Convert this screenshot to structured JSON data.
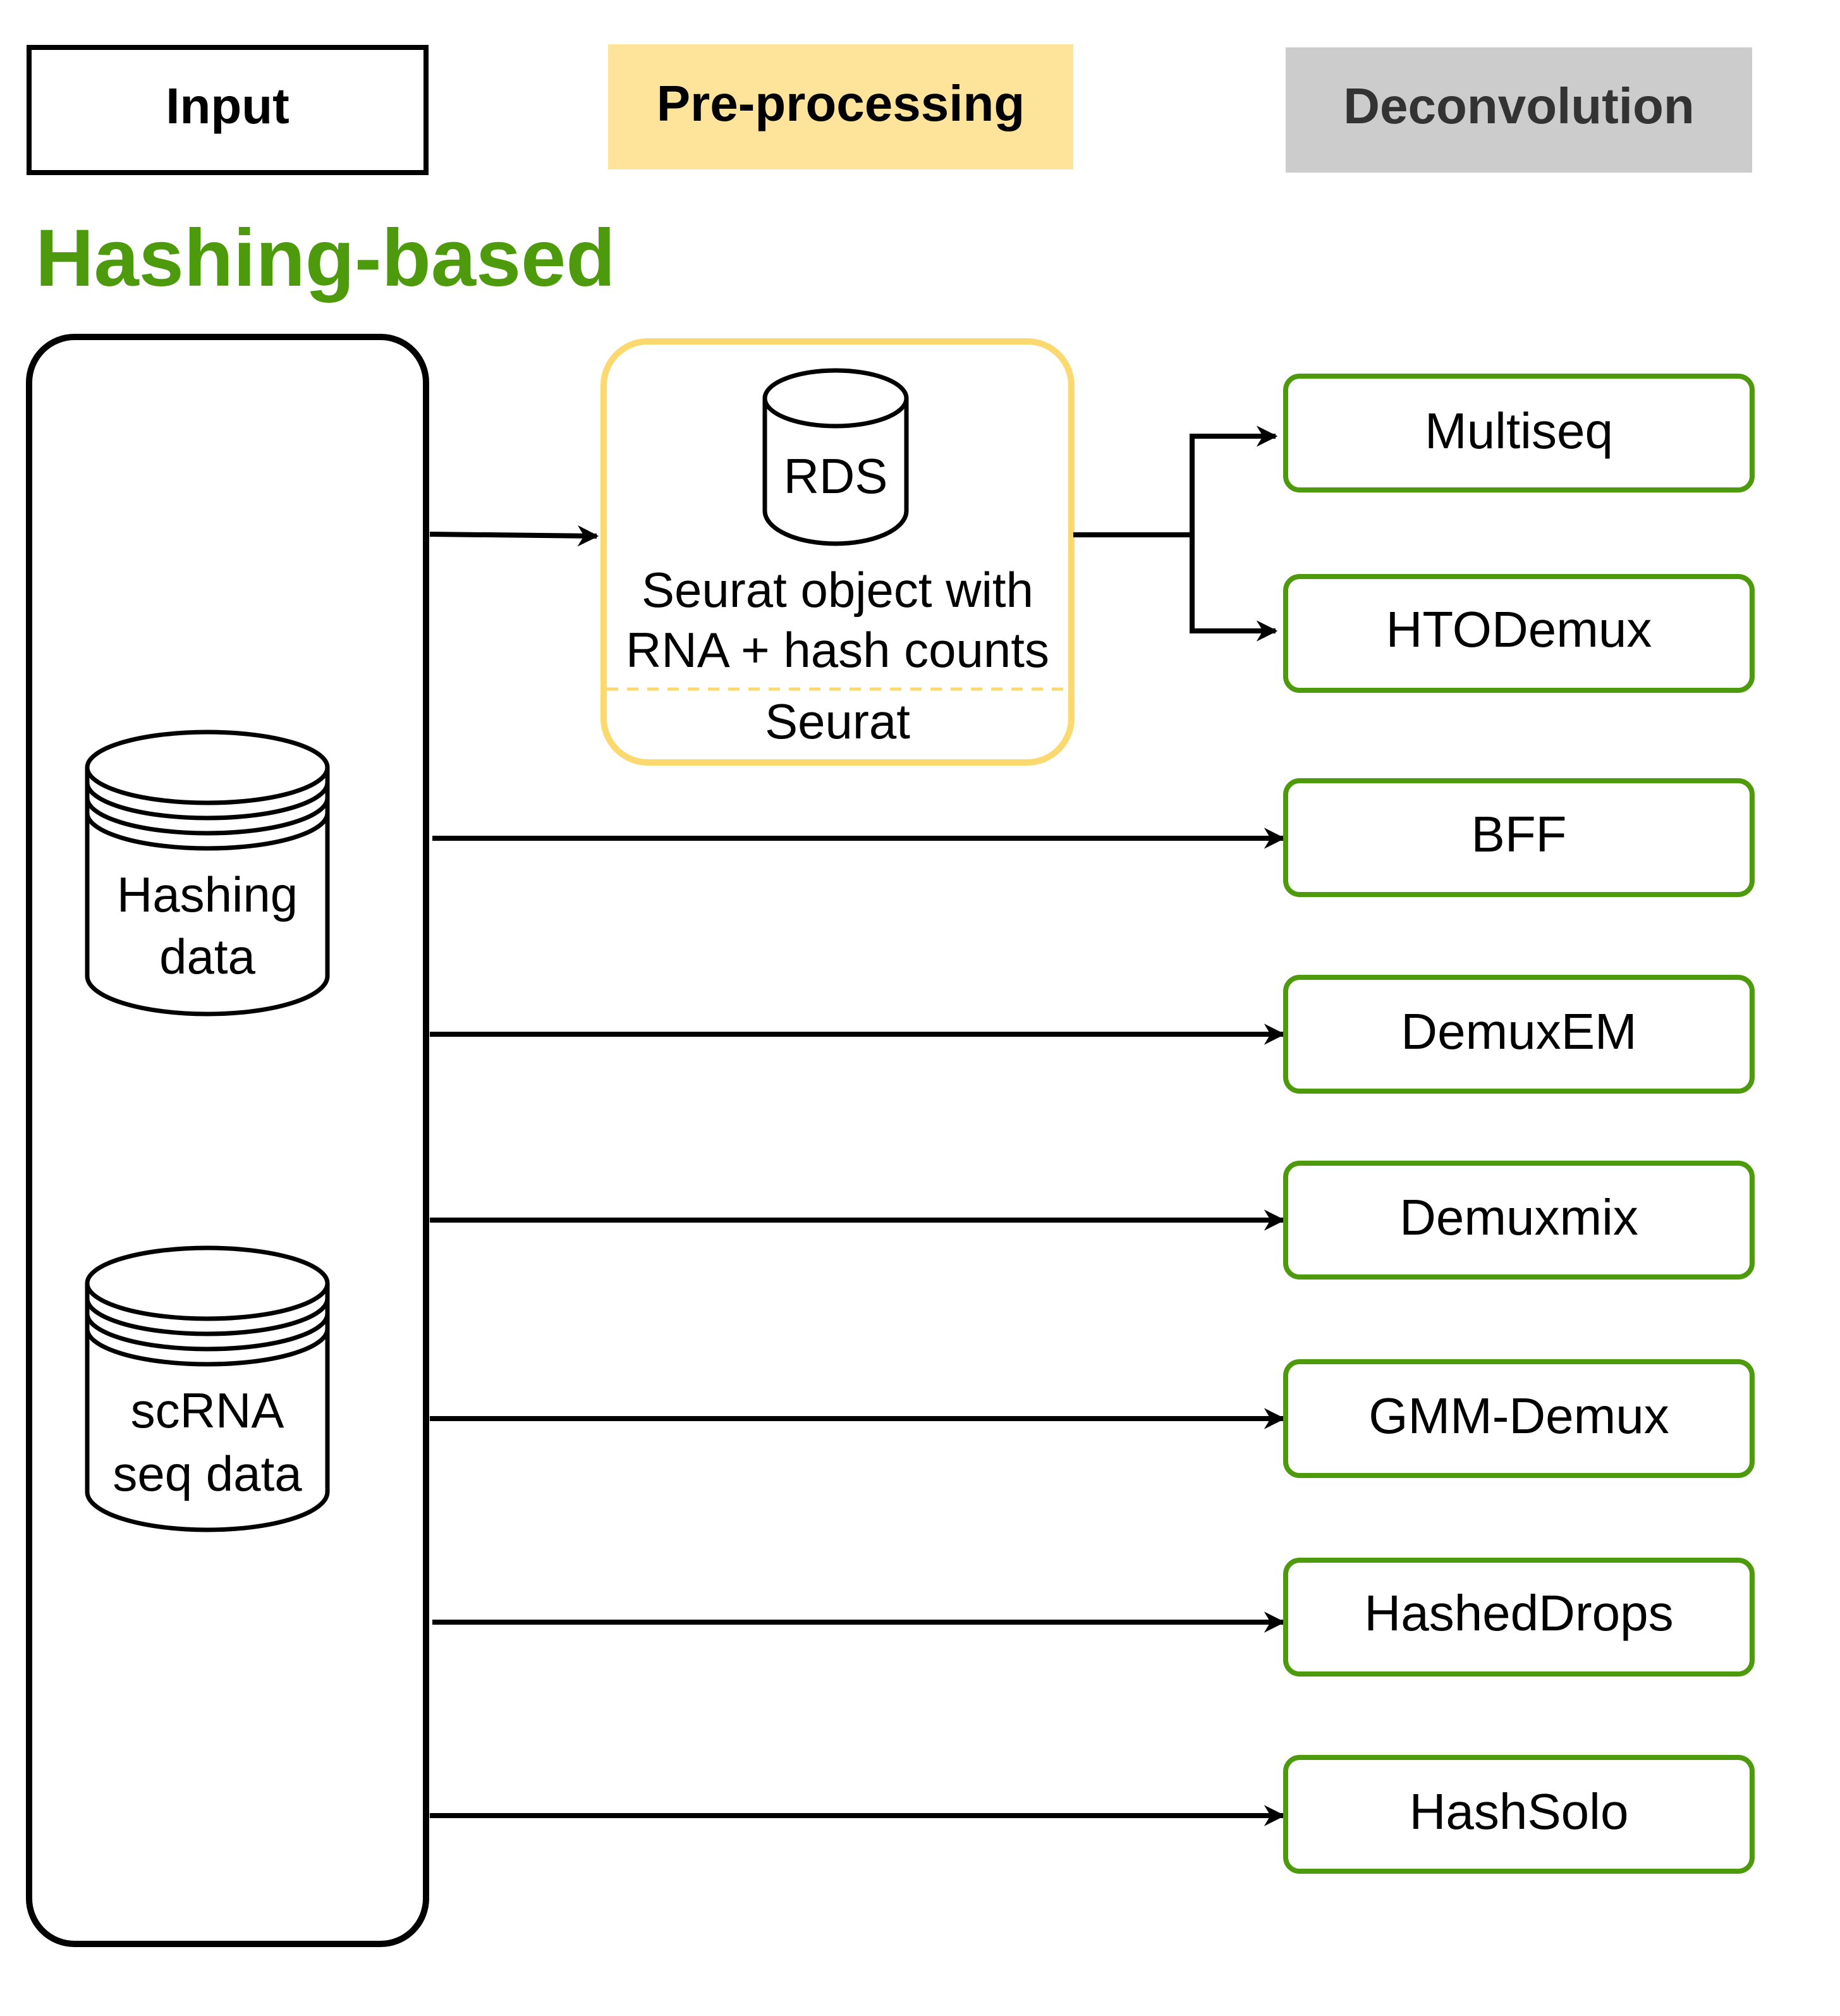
{
  "headers": {
    "input": "Input",
    "preprocessing": "Pre-processing",
    "deconvolution": "Deconvolution"
  },
  "section_title": "Hashing-based",
  "input_panel": {
    "hashing_db": {
      "line1": "Hashing",
      "line2": "data"
    },
    "scrna_db": {
      "line1": "scRNA",
      "line2": "seq data"
    }
  },
  "preprocess_box": {
    "db_label": "RDS",
    "line1": "Seurat object with",
    "line2": "RNA + hash counts",
    "tool": "Seurat"
  },
  "tools": [
    {
      "id": "multiseq",
      "label": "Multiseq"
    },
    {
      "id": "htodemux",
      "label": "HTODemux"
    },
    {
      "id": "bff",
      "label": "BFF"
    },
    {
      "id": "demuxem",
      "label": "DemuxEM"
    },
    {
      "id": "demuxmix",
      "label": "Demuxmix"
    },
    {
      "id": "gmm-demux",
      "label": "GMM-Demux"
    },
    {
      "id": "hasheddrops",
      "label": "HashedDrops"
    },
    {
      "id": "hashsolo",
      "label": "HashSolo"
    }
  ],
  "colors": {
    "black": "#000000",
    "green": "#4d9a0c",
    "yellow_fill": "#fde49a",
    "yellow_border": "#fbd96e",
    "gray_fill": "#cccccc",
    "gray_text": "#333333"
  }
}
